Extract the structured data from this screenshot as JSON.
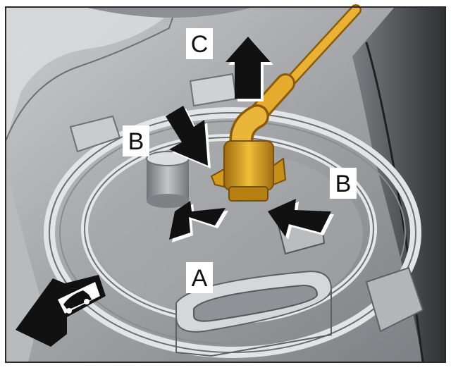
{
  "diagram": {
    "labels": {
      "a": "A",
      "b_left": "B",
      "b_right": "B",
      "c": "C"
    },
    "icons": [
      "forward-direction-car-icon",
      "arrow-icon"
    ],
    "colors": {
      "frame": "#2a2a2a",
      "metal_dark": "#5d6064",
      "metal_mid": "#9a9ca0",
      "metal_light": "#d2d4d6",
      "connector": "#d49a1a",
      "connector_dark": "#8a5c0a",
      "arrow": "#111111"
    }
  }
}
